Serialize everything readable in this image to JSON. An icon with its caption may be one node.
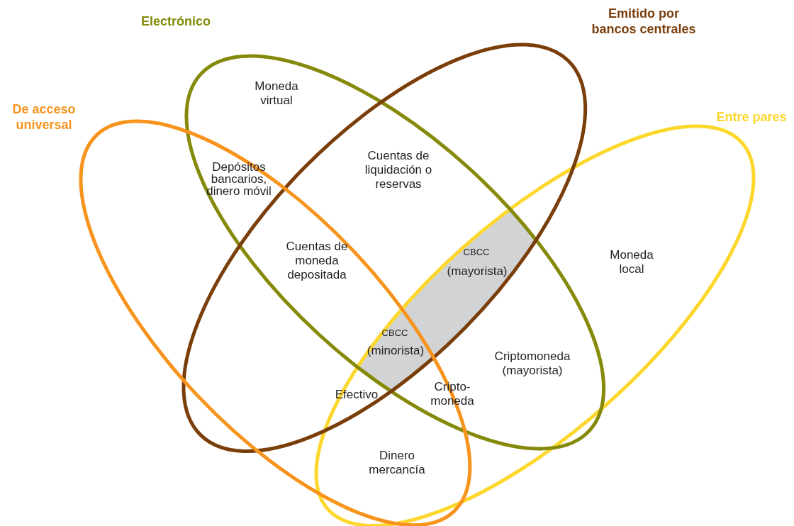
{
  "diagram": {
    "nodes": [
      {
        "text": [
          "Electrónico"
        ]
      },
      {
        "text": [
          "Emitido por bancos centrales"
        ]
      },
      {
        "text": [
          "De acceso universal"
        ]
      },
      {
        "text": [
          "Entre pares"
        ]
      }
    ],
    "labels": [
      "Moneda virtual",
      "Depósitos bancarios, dinero móvil",
      "Cuentas de liquidación o reservas",
      "Cuentas de moneda depositada",
      "CBCC",
      "(mayorista)",
      "Moneda local",
      "CBCC",
      "(minorista)",
      "Criptomoneda (mayorista)",
      "Efectivo",
      "Cripto- moneda",
      "Dinero mercancía"
    ]
  }
}
